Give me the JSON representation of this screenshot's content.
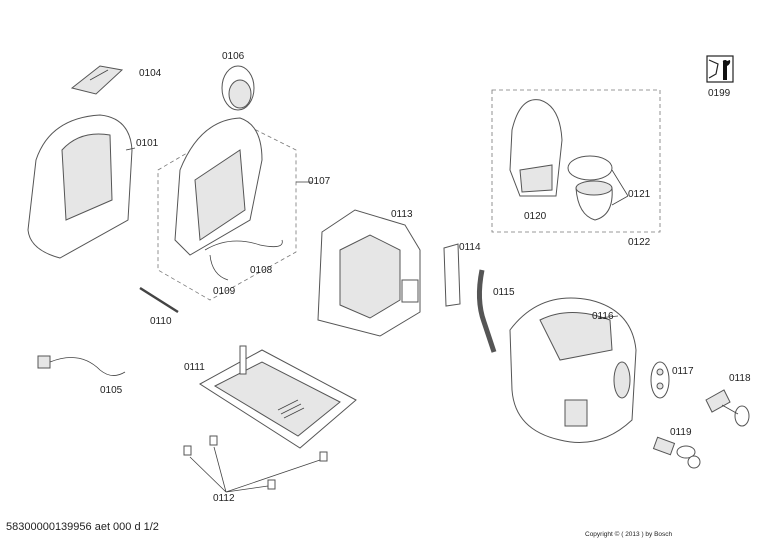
{
  "labels": {
    "p0104": "0104",
    "p0106": "0106",
    "p0101": "0101",
    "p0107": "0107",
    "p0108": "0108",
    "p0109": "0109",
    "p0110": "0110",
    "p0105": "0105",
    "p0111": "0111",
    "p0112": "0112",
    "p0113": "0113",
    "p0114": "0114",
    "p0115": "0115",
    "p0116": "0116",
    "p0117": "0117",
    "p0118": "0118",
    "p0119": "0119",
    "p0120": "0120",
    "p0121": "0121",
    "p0122": "0122",
    "p0199": "0199"
  },
  "footer": {
    "document_id": "58300000139956 aet 000 d 1/2",
    "copyright": "Copyright © ( 2013 ) by Bosch"
  }
}
